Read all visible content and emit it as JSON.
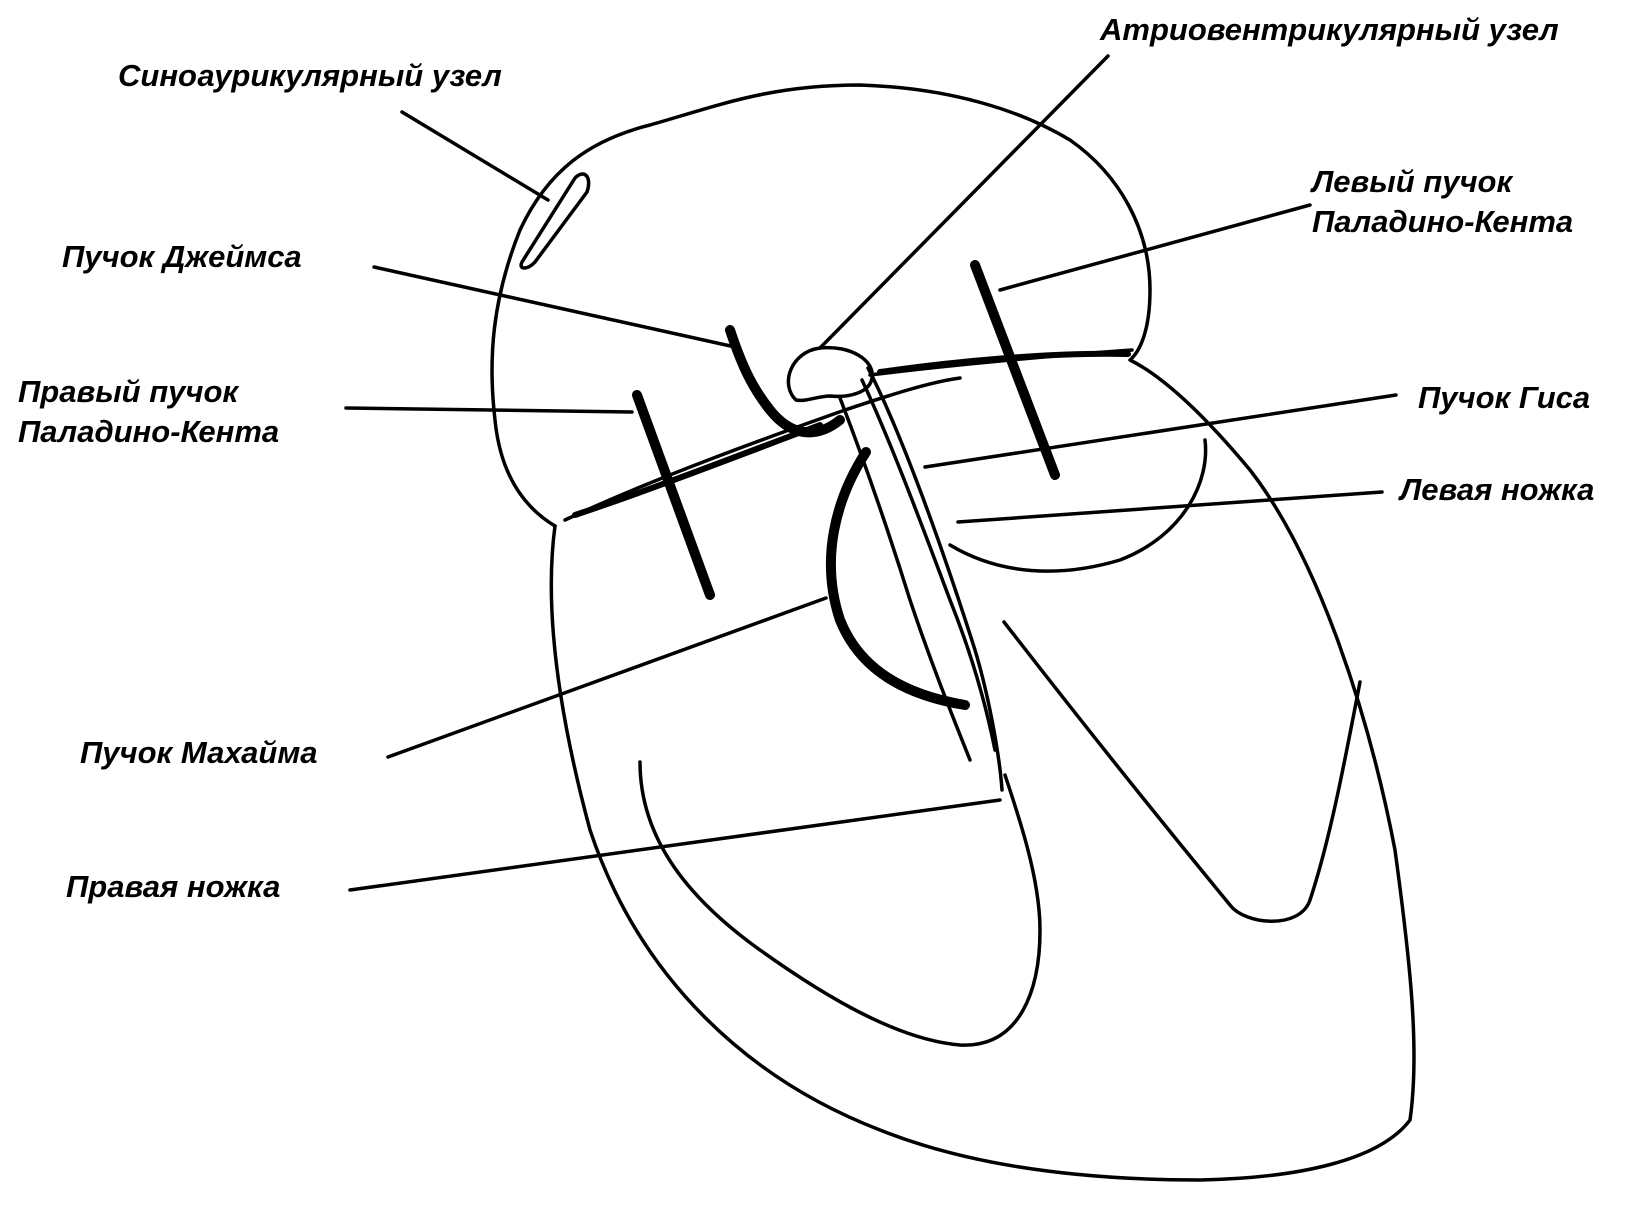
{
  "labels": {
    "sa_node": "Синоаурикулярный узел",
    "av_node": "Атриовентрикулярный узел",
    "james_bundle": "Пучок Джеймса",
    "left_kent_line1": "Левый пучок",
    "left_kent_line2": "Паладино-Кента",
    "right_kent_line1": "Правый пучок",
    "right_kent_line2": "Паладино-Кента",
    "his_bundle": "Пучок Гиса",
    "left_branch": "Левая ножка",
    "mahaim_bundle": "Пучок Махайма",
    "right_branch": "Правая ножка"
  }
}
